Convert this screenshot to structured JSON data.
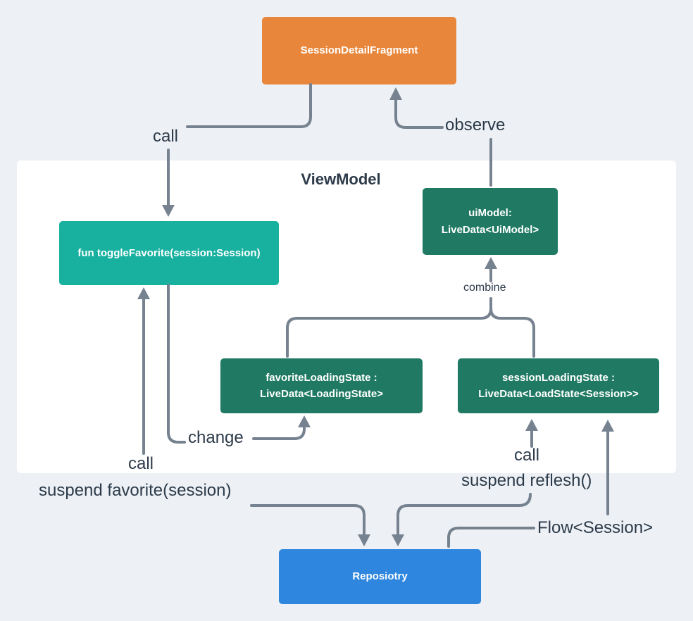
{
  "diagram": {
    "title": "ViewModel",
    "colors": {
      "background": "#EDF1F5",
      "panel": "#FFFFFF",
      "line": "#76828F",
      "label": "#2C3A49",
      "fragment": "#E8873C",
      "toggle": "#18B1A0",
      "livedata": "#207A63",
      "repository": "#2E86DE",
      "node_text": "#FFFFFF"
    },
    "nodes": {
      "fragment": {
        "label": "SessionDetailFragment"
      },
      "toggle_favorite": {
        "label": "fun toggleFavorite(session:Session)"
      },
      "ui_model": {
        "line1": "uiModel:",
        "line2": "LiveData<UiModel>"
      },
      "favorite_loading_state": {
        "line1": "favoriteLoadingState :",
        "line2": "LiveData<LoadingState>"
      },
      "session_loading_state": {
        "line1": "sessionLoadingState :",
        "line2": "LiveData<LoadState<Session>>"
      },
      "repository": {
        "label": "Reposiotry"
      }
    },
    "labels": {
      "call_top": "call",
      "observe": "observe",
      "change": "change",
      "combine": "combine",
      "call_left": "call",
      "suspend_favorite": "suspend favorite(session)",
      "call_right": "call",
      "suspend_reflesh": "suspend reflesh()",
      "flow_session": "Flow<Session>"
    }
  }
}
